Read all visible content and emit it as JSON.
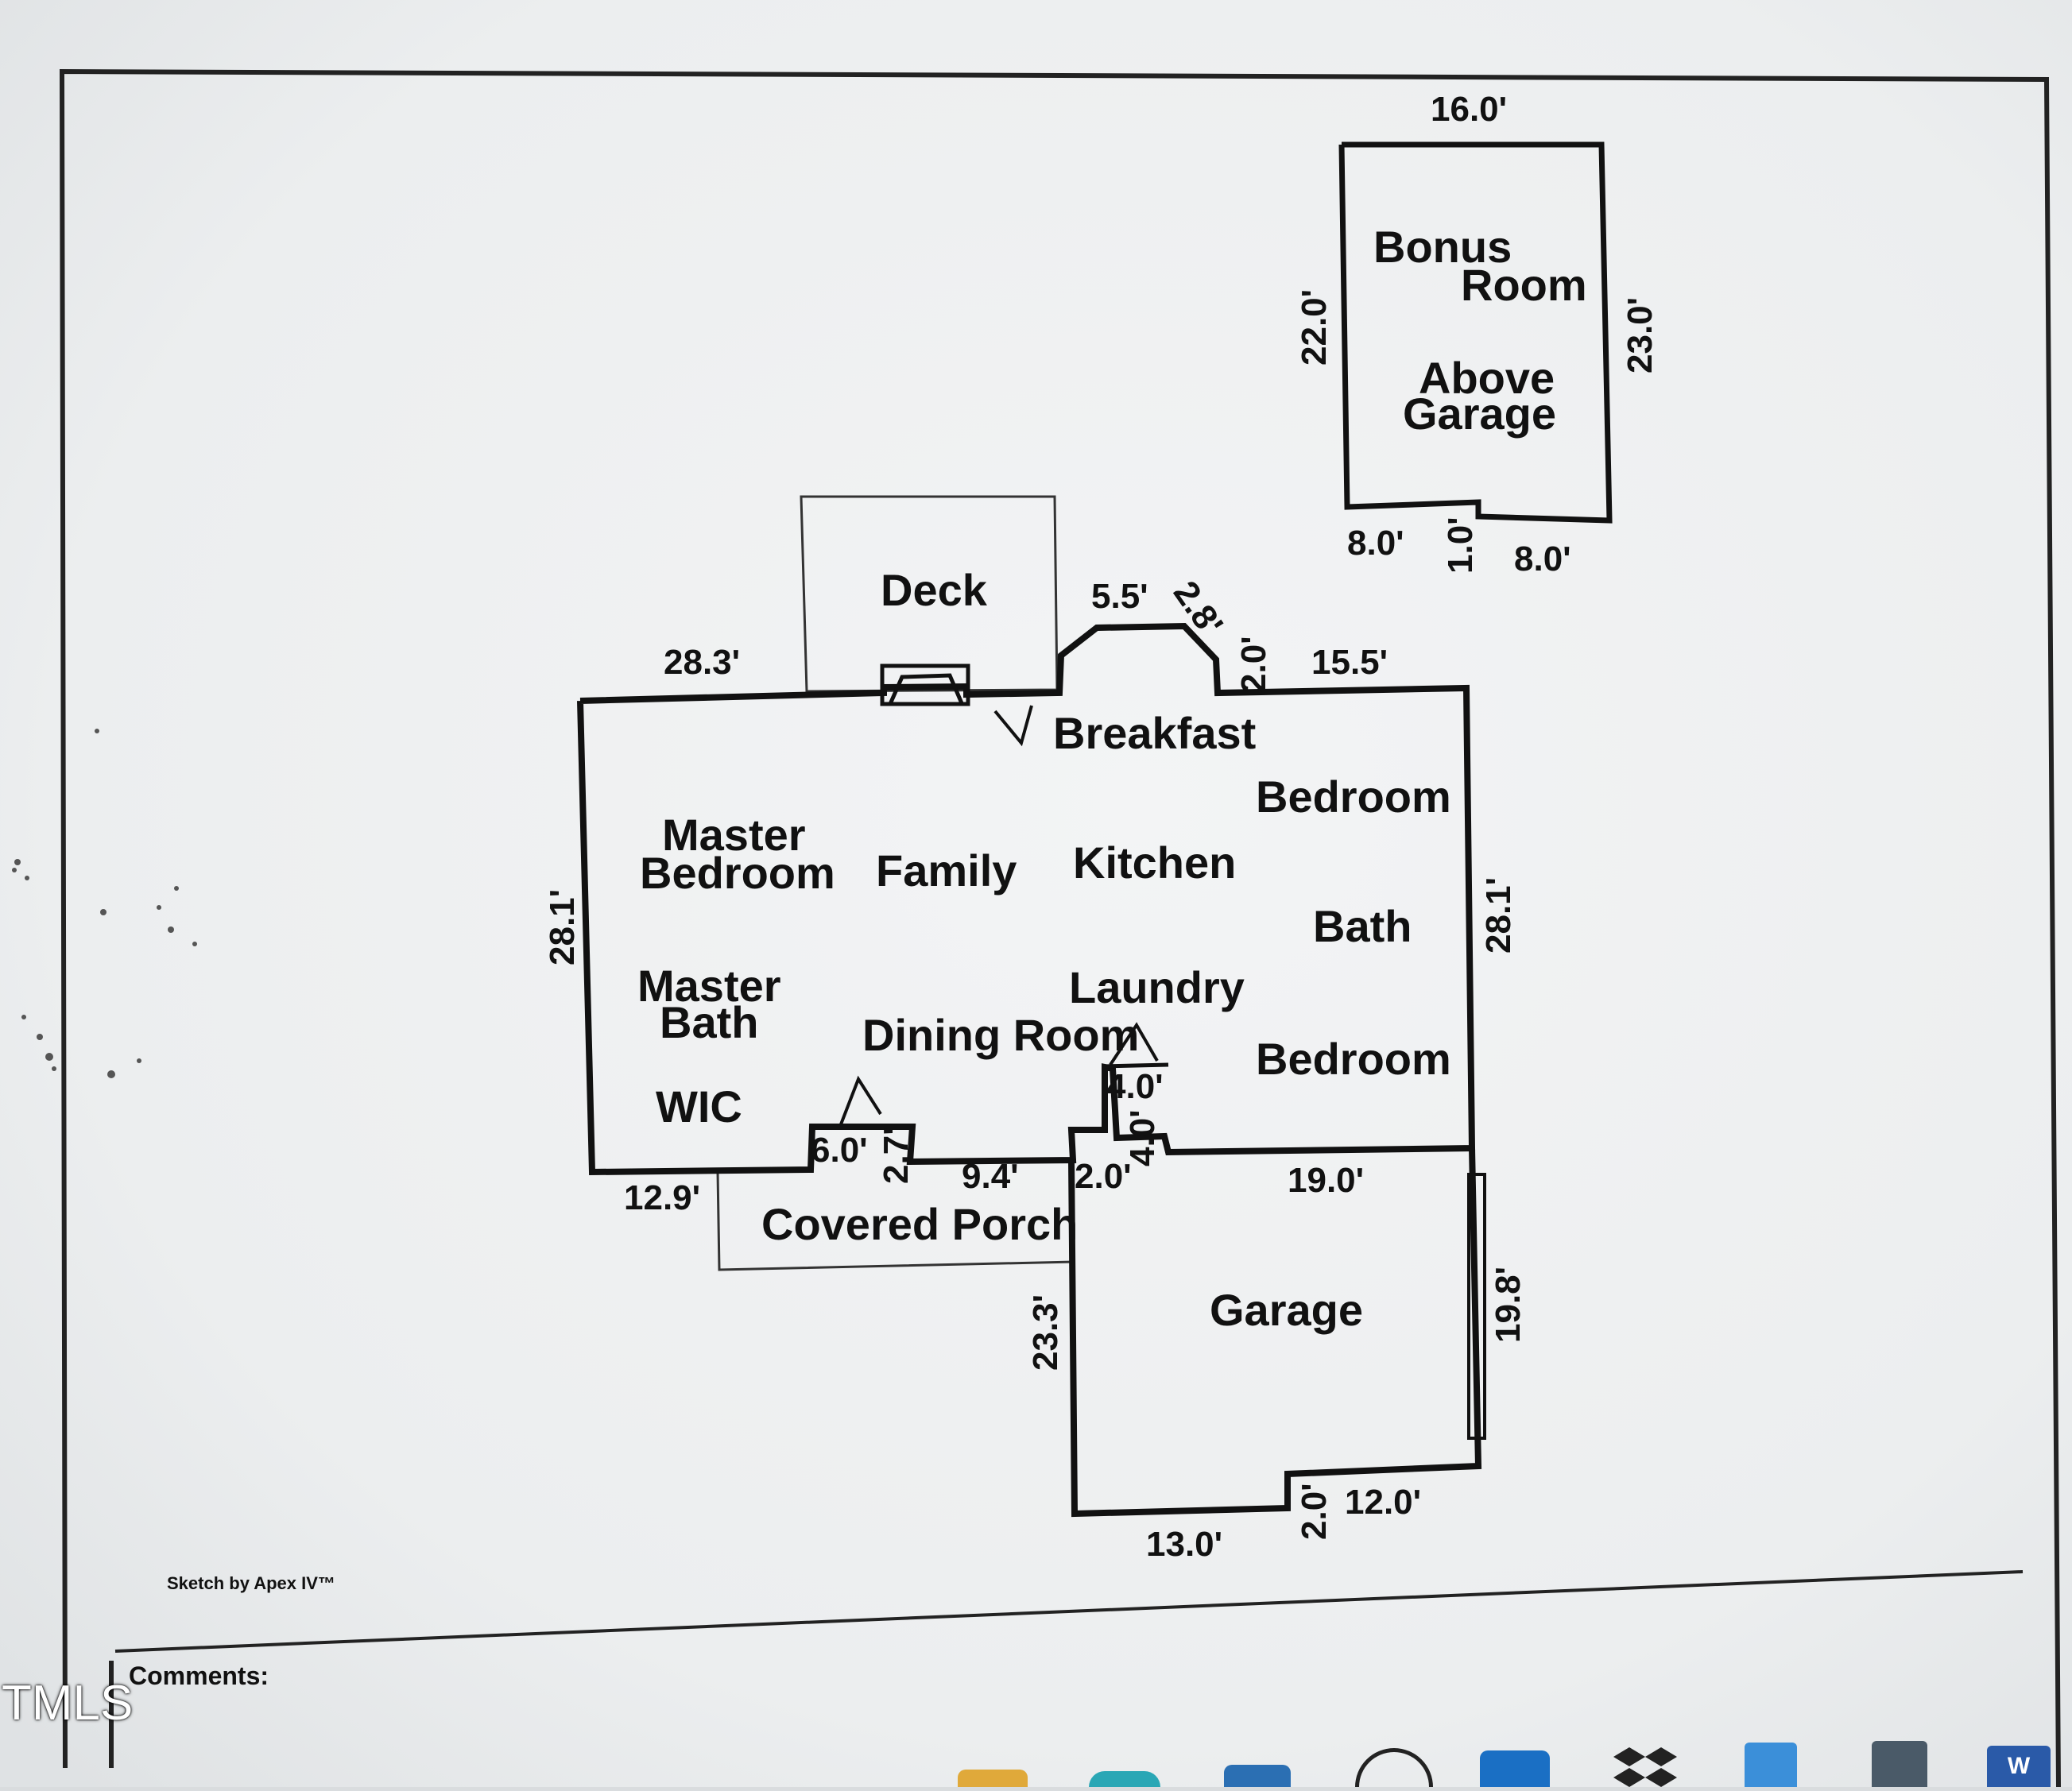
{
  "rooms": {
    "bonus": "Bonus",
    "room": "Room",
    "above": "Above",
    "garage_upper": "Garage",
    "deck": "Deck",
    "breakfast": "Breakfast",
    "bedroom1": "Bedroom",
    "master1": "Master",
    "master_bedroom": "Bedroom",
    "family": "Family",
    "kitchen": "Kitchen",
    "bath": "Bath",
    "master2": "Master",
    "master_bath": "Bath",
    "laundry": "Laundry",
    "dining": "Dining Room",
    "bedroom2": "Bedroom",
    "wic": "WIC",
    "covered_porch": "Covered Porch",
    "garage": "Garage"
  },
  "dimensions": {
    "bonus_top": "16.0'",
    "bonus_left": "22.0'",
    "bonus_right": "23.0'",
    "bonus_bottom_left": "8.0'",
    "bonus_notch": "1.0'",
    "bonus_bottom_right": "8.0'",
    "top_left": "28.3'",
    "bay_top": "5.5'",
    "bay_diag": "2.8'",
    "bay_side": "2.0'",
    "top_right": "15.5'",
    "left_side": "28.1'",
    "right_side": "28.1'",
    "entry_width": "6.0'",
    "entry_depth": "2.7'",
    "bottom_left": "12.9'",
    "porch_front": "9.4'",
    "step_width": "2.0'",
    "closet_width": "4.0'",
    "closet_depth": "4.0'",
    "garage_top": "19.0'",
    "garage_right": "19.8'",
    "garage_left": "23.3'",
    "garage_bottom_left": "13.0'",
    "garage_notch": "2.0'",
    "garage_bottom_right": "12.0'"
  },
  "footer": {
    "sketch_credit": "Sketch by Apex IV™",
    "comments_label": "Comments:"
  },
  "watermark": "TMLS",
  "taskbar": {
    "icons": [
      "folder-icon",
      "edge-icon",
      "mail-icon",
      "dell-icon",
      "outlook-icon",
      "dropbox-icon",
      "notepad-icon",
      "calculator-icon",
      "word-icon"
    ],
    "word_letter": "W"
  }
}
